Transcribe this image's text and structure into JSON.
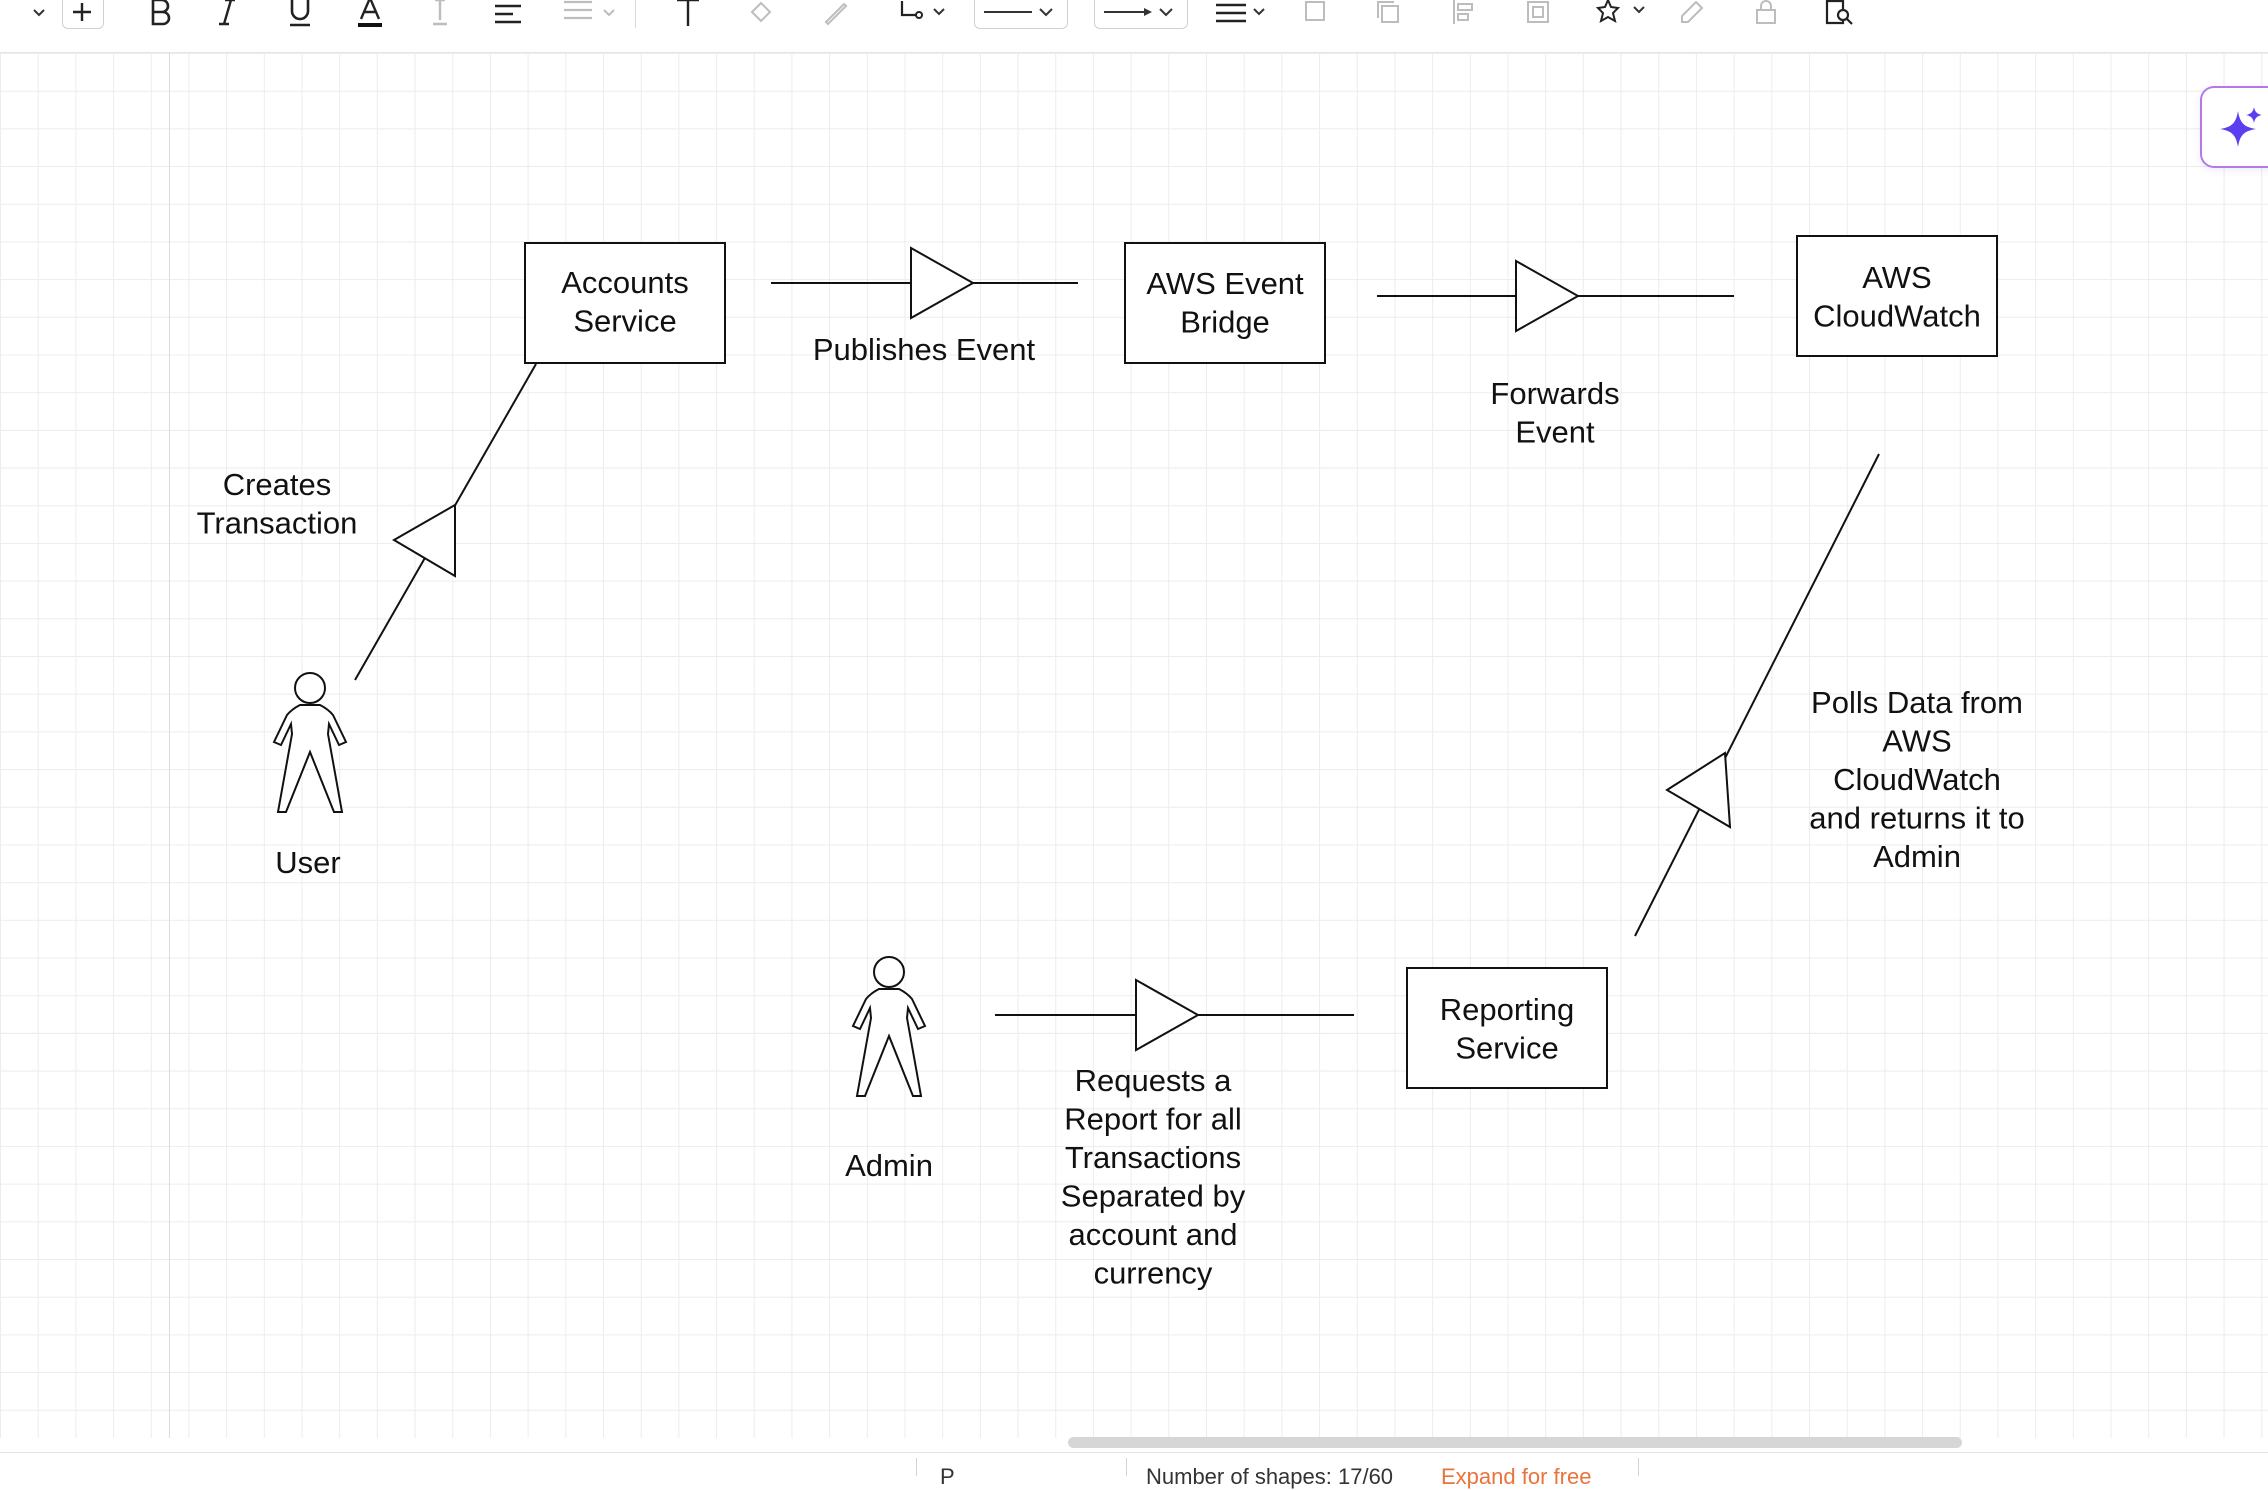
{
  "nodes": {
    "accounts_service": "Accounts\nService",
    "aws_event_bridge": "AWS Event\nBridge",
    "aws_cloudwatch": "AWS\nCloudWatch",
    "reporting_service": "Reporting\nService",
    "user_actor": "User",
    "admin_actor": "Admin"
  },
  "edges": {
    "creates_transaction": "Creates\nTransaction",
    "publishes_event": "Publishes Event",
    "forwards_event": "Forwards\nEvent",
    "polls_data": "Polls Data from\nAWS\nCloudWatch\nand returns it to\nAdmin",
    "requests_report": "Requests a\nReport for all\nTransactions\nSeparated by\naccount and\ncurrency"
  },
  "statusbar": {
    "page_label": "P",
    "shape_count": "Number of shapes: 17/60",
    "expand_link": "Expand for free"
  },
  "colors": {
    "ink": "#111111",
    "ai_accent": "#6a3df0",
    "ai_border": "#b678e8",
    "expand_link": "#e8743b"
  },
  "icons": {
    "toolbar": [
      "chevron-down-icon",
      "add-icon",
      "bold-icon",
      "italic-icon",
      "underline-icon",
      "font-color-icon",
      "text-highlight-icon",
      "align-left-icon",
      "line-spacing-icon",
      "text-tool-icon",
      "fill-icon",
      "line-color-icon",
      "connector-icon",
      "line-style-icon",
      "arrow-style-icon",
      "line-weight-icon",
      "bring-forward-icon",
      "send-backward-icon",
      "align-shapes-icon",
      "group-icon",
      "magic-select-icon",
      "edit-icon",
      "lock-icon",
      "find-icon"
    ],
    "ai": "sparkle-icon"
  }
}
